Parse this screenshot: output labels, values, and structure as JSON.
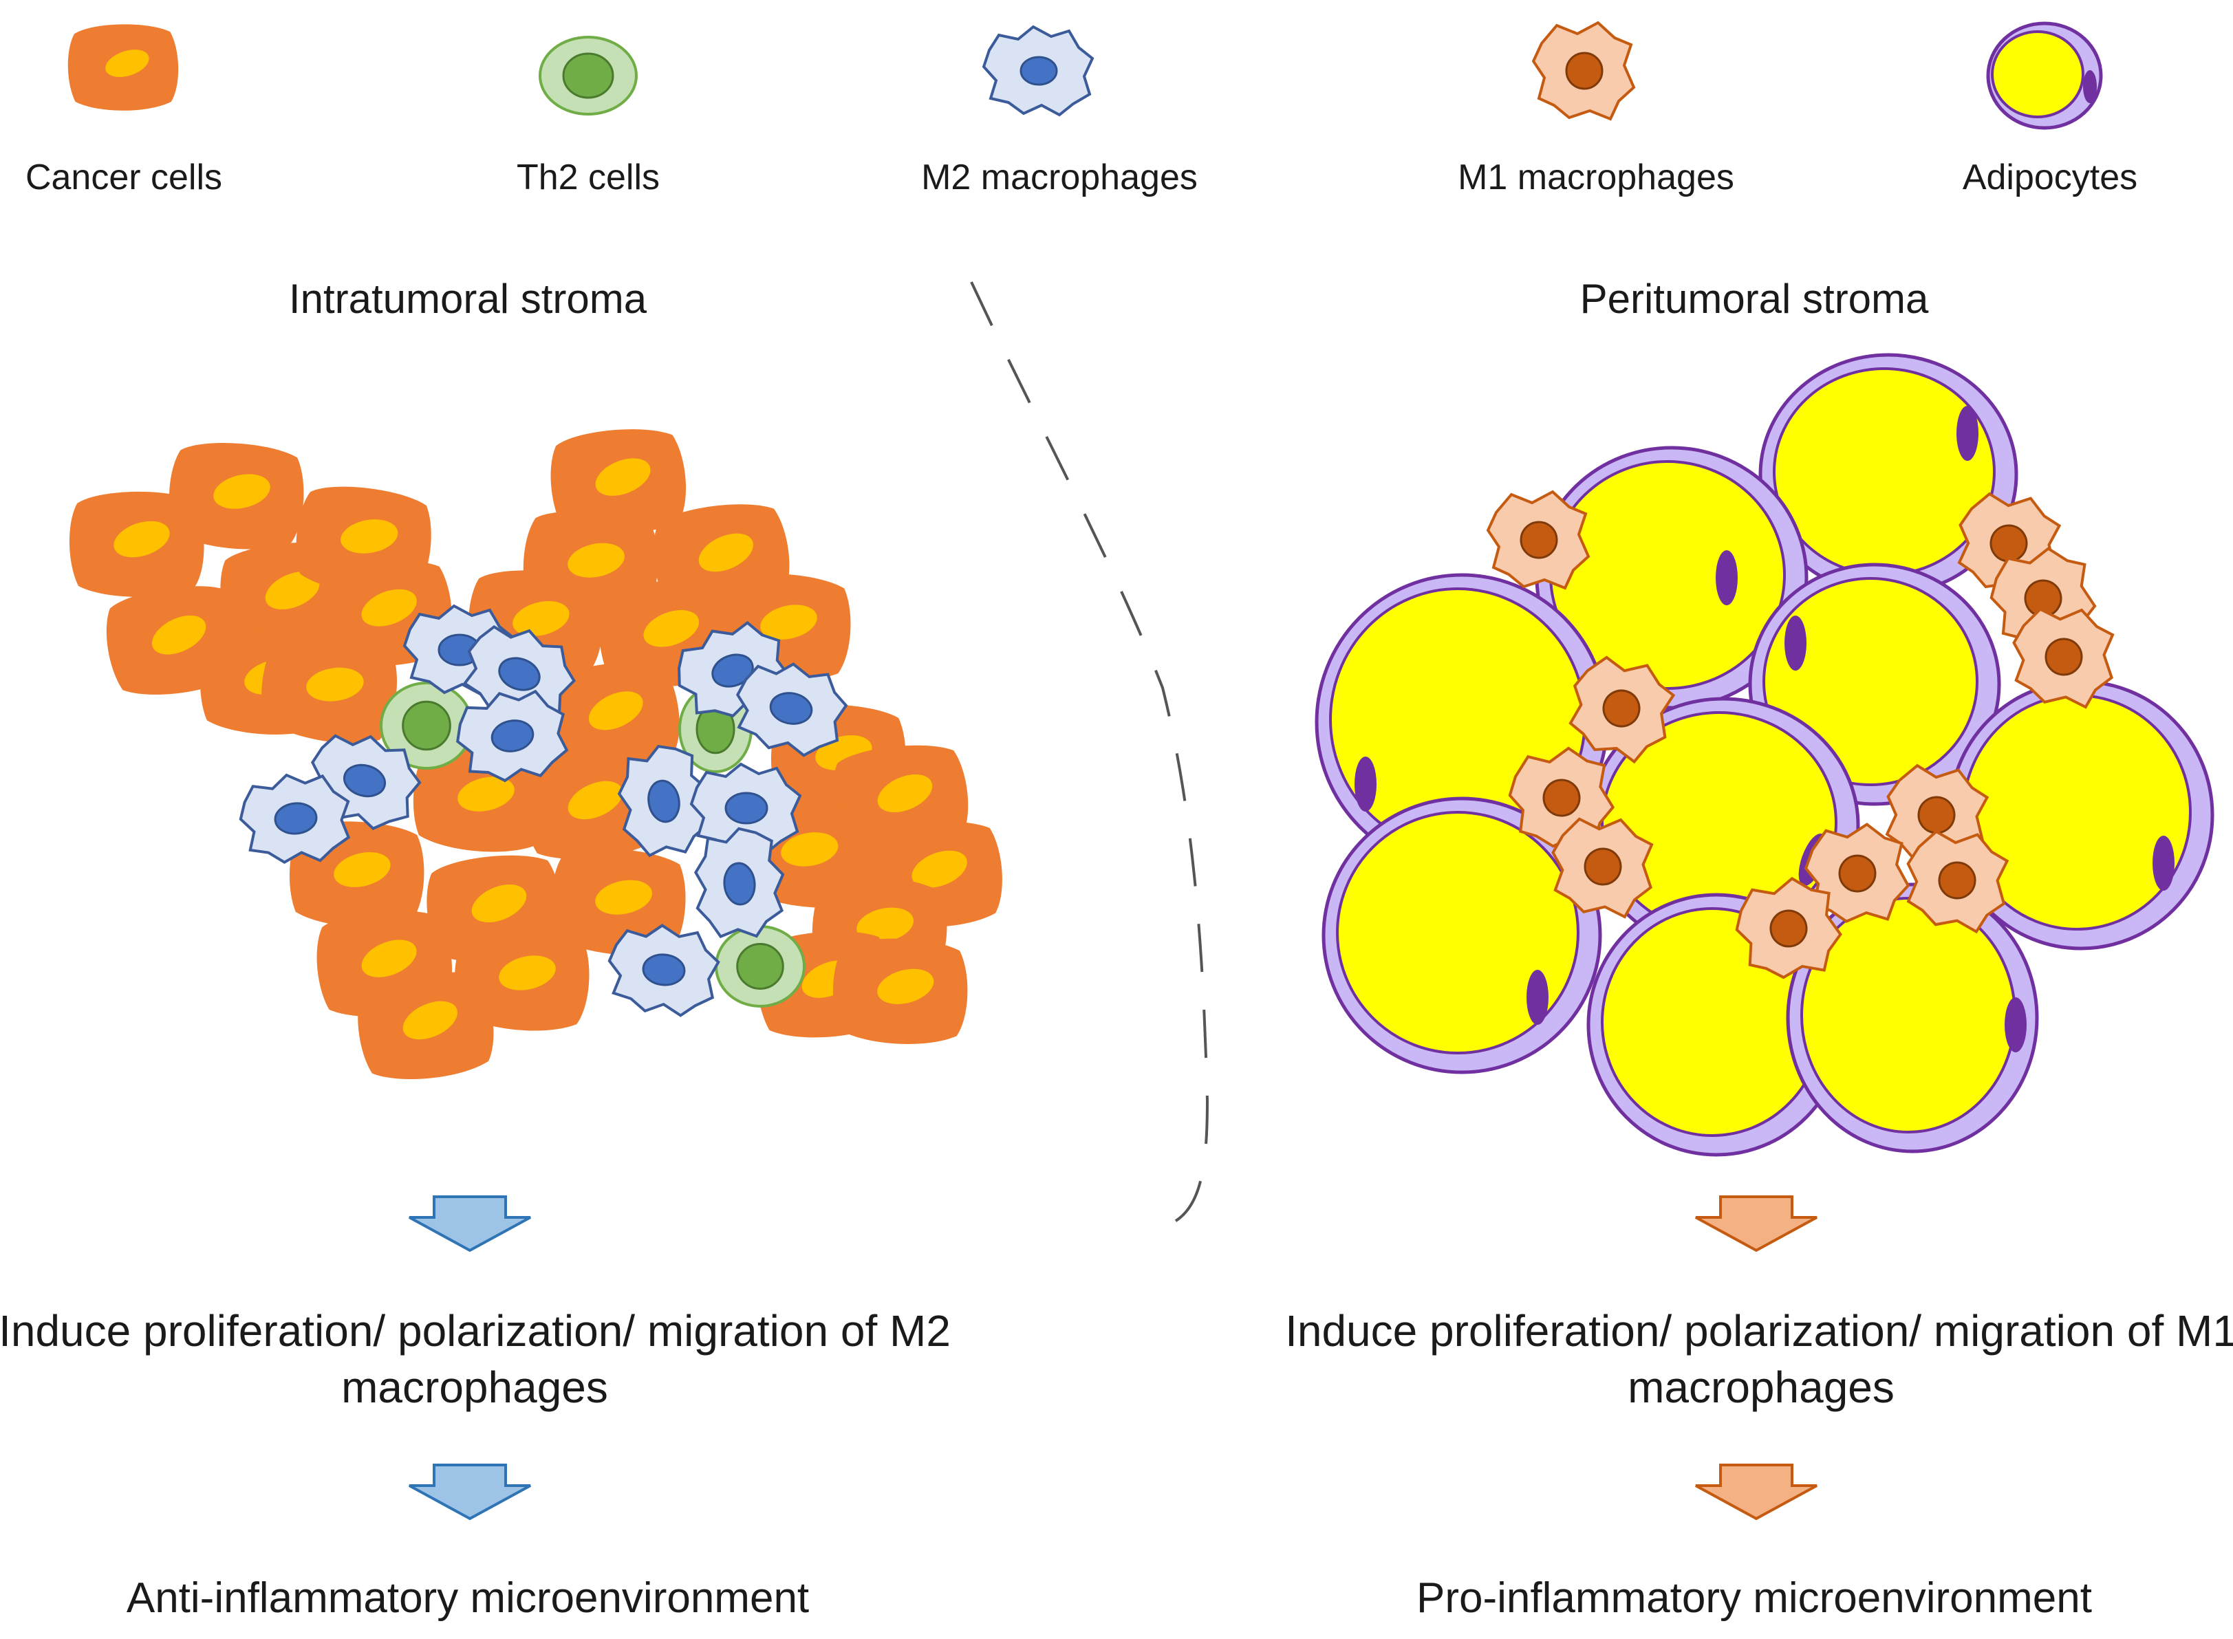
{
  "legend": {
    "cancer_cells": "Cancer cells",
    "th2_cells": "Th2 cells",
    "m2_macrophages": "M2 macrophages",
    "m1_macrophages": "M1 macrophages",
    "adipocytes": "Adipocytes"
  },
  "left": {
    "title": "Intratumoral stroma",
    "effect": "Induce proliferation/ polarization/ migration of M2 macrophages",
    "outcome": "Anti-inflammatory microenvironment"
  },
  "right": {
    "title": "Peritumoral stroma",
    "effect": "Induce proliferation/ polarization/ migration of M1 macrophages",
    "outcome": "Pro-inflammatory microenvironment"
  },
  "colors": {
    "cancer_cell": "#ee7d31",
    "cancer_nucleus": "#ffc000",
    "th2_cell": "#c5e0b4",
    "th2_nucleus": "#70ad47",
    "m2_macrophage": "#dae3f3",
    "m2_nucleus": "#4472c4",
    "m1_macrophage": "#f8cbad",
    "m1_nucleus": "#c55a11",
    "adipocyte_membrane": "#c9b8f5",
    "adipocyte_lipid": "#ffff00",
    "adipocyte_nucleus": "#7030a0",
    "blue_arrow": "#9dc3e6",
    "orange_arrow": "#f4b183"
  }
}
